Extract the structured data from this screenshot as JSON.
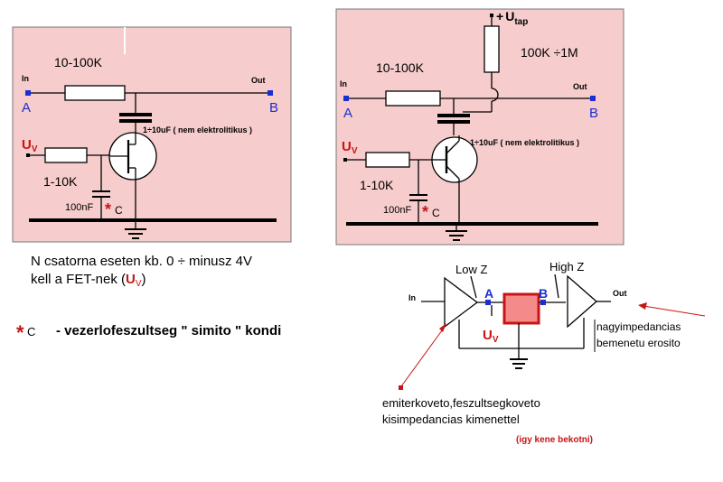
{
  "left_circuit": {
    "resistor_top": "10-100K",
    "in": "In",
    "out": "Out",
    "node_a": "A",
    "node_b": "B",
    "capacitor": "1÷10uF ( nem elektrolitikus )",
    "uv_main": "U",
    "uv_sub": "V",
    "resistor_gate": "1-10K",
    "cap_small": "100nF",
    "star": "*",
    "star_c": "C"
  },
  "right_circuit": {
    "supply_plus": "+",
    "supply_u": "U",
    "supply_sub": "tap",
    "resistor_supply": "100K ÷1M",
    "resistor_top": "10-100K",
    "in": "In",
    "out": "Out",
    "node_a": "A",
    "node_b": "B",
    "capacitor": "1÷10uF ( nem elektrolitikus )",
    "uv_main": "U",
    "uv_sub": "V",
    "resistor_base": "1-10K",
    "cap_small": "100nF",
    "star": "*",
    "star_c": "C"
  },
  "notes": {
    "line1": "N csatorna eseten kb. 0 ÷ minusz 4V",
    "line2_prefix": "kell a FET-nek (",
    "uv_main": "U",
    "uv_sub": "V",
    "line2_suffix": ")",
    "star": "*",
    "star_c": "C",
    "legend_text": "- vezerlofeszultseg \" simito \"  kondi"
  },
  "block_diagram": {
    "low_z": "Low Z",
    "high_z": "High Z",
    "in": "In",
    "out": "Out",
    "node_a": "A",
    "node_b": "B",
    "uv_main": "U",
    "uv_sub": "V",
    "amp_note_line1": "nagyimpedancias",
    "amp_note_line2": "bemenetu erosito",
    "follower_line1": "emiterkoveto,feszultsegkoveto",
    "follower_line2": "kisimpedancias kimenettel",
    "connect_note": "(igy kene bekotni)"
  },
  "colors": {
    "panel_fill": "#f6cccc",
    "node_blue": "#1a2fd1",
    "label_red": "#c81414",
    "block_fill": "#f58a8a"
  }
}
